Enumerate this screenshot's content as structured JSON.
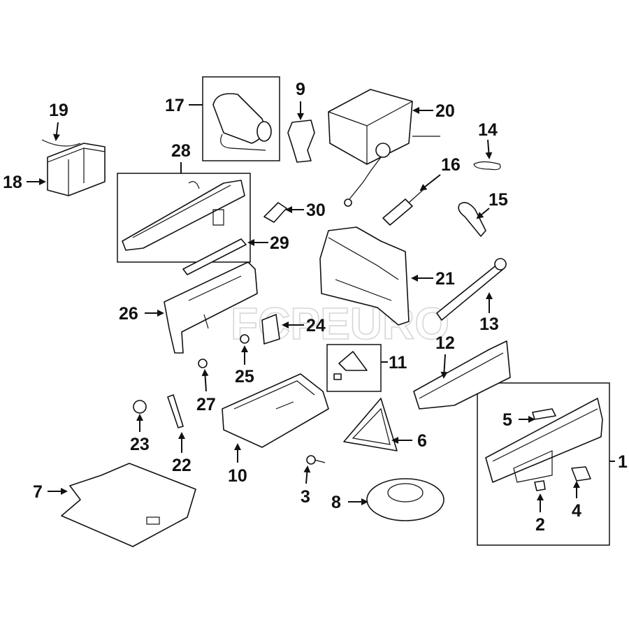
{
  "watermark": "FCPEURO",
  "callouts": {
    "c1": "1",
    "c2": "2",
    "c3": "3",
    "c4": "4",
    "c5": "5",
    "c6": "6",
    "c7": "7",
    "c8": "8",
    "c9": "9",
    "c10": "10",
    "c11": "11",
    "c12": "12",
    "c13": "13",
    "c14": "14",
    "c15": "15",
    "c16": "16",
    "c17": "17",
    "c18": "18",
    "c19": "19",
    "c20": "20",
    "c21": "21",
    "c22": "22",
    "c23": "23",
    "c24": "24",
    "c25": "25",
    "c26": "26",
    "c27": "27",
    "c28": "28",
    "c29": "29",
    "c30": "30"
  }
}
